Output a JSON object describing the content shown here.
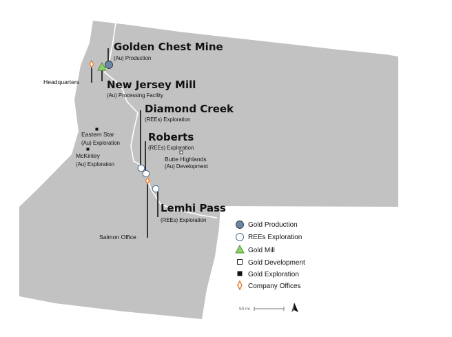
{
  "sites": [
    {
      "name": "Golden Chest Mine",
      "detail": "(Au) Production",
      "type": "production"
    },
    {
      "name": "New Jersey Mill",
      "detail": "(Au) Processing Facility",
      "type": "mill"
    },
    {
      "name": "Diamond Creek",
      "detail": "(REEs) Exploration",
      "type": "exploration"
    },
    {
      "name": "Roberts",
      "detail": "(REEs) Exploration",
      "type": "exploration"
    },
    {
      "name": "Lemhi Pass",
      "detail": "(REEs) Exploration",
      "type": "exploration"
    }
  ],
  "minor_sites": [
    {
      "name": "Eastern Star",
      "detail": "(Au) Exploration",
      "type": "gold-exploration"
    },
    {
      "name": "McKinley",
      "detail": "(Au) Exploration",
      "type": "gold-exploration"
    },
    {
      "name": "Butte Highlands",
      "detail": "(Au) Development",
      "type": "gold-development"
    }
  ],
  "offices": {
    "headquarters": "Headquarters",
    "salmon": "Salmon Office"
  },
  "legend": [
    {
      "label": "Gold Production",
      "symbol": "blue-circle"
    },
    {
      "label": "REEs Exploration",
      "symbol": "white-circle"
    },
    {
      "label": "Gold Mill",
      "symbol": "green-triangle"
    },
    {
      "label": "Gold Development",
      "symbol": "white-square"
    },
    {
      "label": "Gold Exploration",
      "symbol": "black-square"
    },
    {
      "label": "Company Offices",
      "symbol": "orange-diamond"
    }
  ],
  "scale_bar": {
    "label": "50 mi"
  },
  "colors": {
    "land": "#c2c2c2",
    "border": "#ffffff",
    "production": "#6a86a8",
    "mill": "#8dd26b",
    "office": "#e07a2e"
  }
}
